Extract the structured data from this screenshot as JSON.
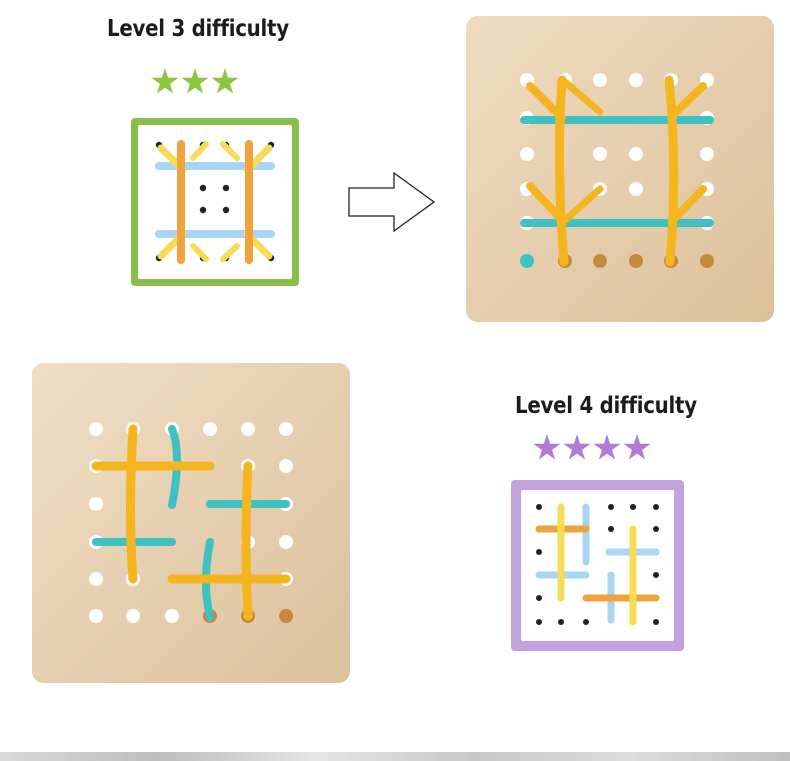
{
  "level3": {
    "title": "Level 3 difficulty",
    "stars": 3,
    "star_color": "#8cc63f",
    "card_border_color": "#86c04a"
  },
  "level4": {
    "title": "Level 4 difficulty",
    "stars": 4,
    "star_color": "#b07ad6",
    "card_border_color": "#c3a3df"
  },
  "arrow_icon": "right-arrow-outline-icon",
  "colors": {
    "wood": "#e8d2b3",
    "string_yellow": "#f5b51f",
    "string_cyan": "#3ec1c1",
    "card_blue": "#a8d6f2",
    "card_orange": "#f0a33c",
    "card_yellow": "#f7dc55"
  }
}
